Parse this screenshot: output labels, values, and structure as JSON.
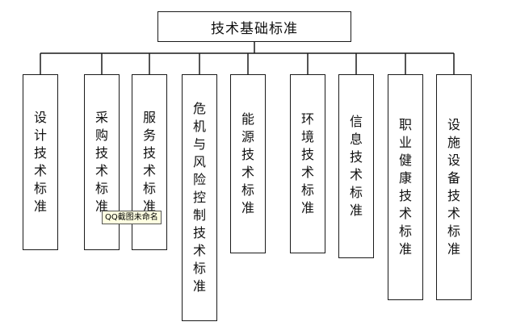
{
  "root": {
    "label": "技术基础标准"
  },
  "children": [
    {
      "label": "设计技术标准"
    },
    {
      "label": "采购技术标准"
    },
    {
      "label": "服务技术标准"
    },
    {
      "label": "危机与风险控制技术标准"
    },
    {
      "label": "能源技术标准"
    },
    {
      "label": "环境技术标准"
    },
    {
      "label": "信息技术标准"
    },
    {
      "label": "职业健康技术标准"
    },
    {
      "label": "设施设备技术标准"
    }
  ],
  "tooltip": {
    "text": "QQ截图未命名"
  },
  "colors": {
    "line": "#1a1a1a",
    "tooltip_bg": "#ffffe1"
  }
}
